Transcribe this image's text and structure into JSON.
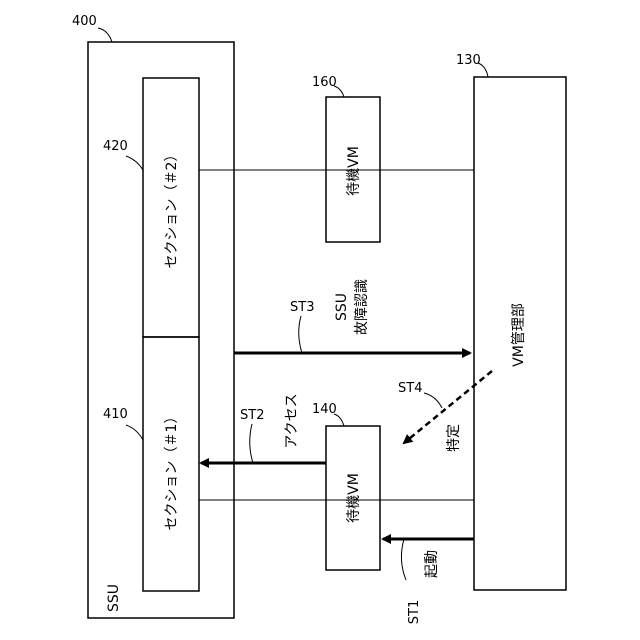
{
  "ssu_block": {
    "ref": "400",
    "title": "SSU"
  },
  "section2": {
    "ref": "420",
    "label": "セクション（＃2）"
  },
  "section1": {
    "ref": "410",
    "label": "セクション（＃1）"
  },
  "standby_vm_top": {
    "ref": "160",
    "label": "待機VM"
  },
  "standby_vm_bottom": {
    "ref": "140",
    "label": "待機VM"
  },
  "vm_manager": {
    "ref": "130",
    "label": "VM管理部"
  },
  "steps": {
    "st1": {
      "id": "ST1",
      "text": "起動"
    },
    "st2": {
      "id": "ST2",
      "text": "アクセス"
    },
    "st3": {
      "id": "ST3",
      "line1": "SSU",
      "line2": "故障認識"
    },
    "st4": {
      "id": "ST4",
      "text": "特定"
    }
  }
}
